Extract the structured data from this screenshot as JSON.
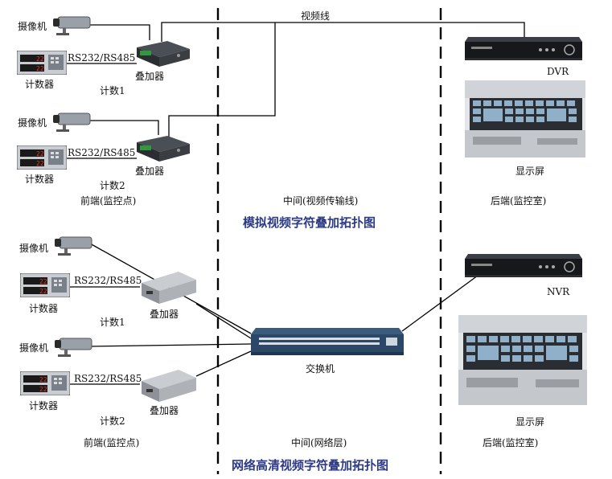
{
  "top": {
    "video_line_label": "视频线",
    "camera1": "摄像机",
    "counter1": "计数器",
    "rs_label1": "RS232/RS485",
    "overlay1": "叠加器",
    "count1": "计数1",
    "camera2": "摄像机",
    "counter2": "计数器",
    "rs_label2": "RS232/RS485",
    "overlay2": "叠加器",
    "count2": "计数2",
    "front": "前端(监控点)",
    "middle": "中间(视频传输线)",
    "back": "后端(监控室)",
    "recorder": "DVR",
    "display": "显示屏",
    "title": "模拟视频字符叠加拓扑图"
  },
  "bottom": {
    "camera1": "摄像机",
    "counter1": "计数器",
    "rs_label1": "RS232/RS485",
    "overlay1": "叠加器",
    "count1": "计数1",
    "camera2": "摄像机",
    "counter2": "计数器",
    "rs_label2": "RS232/RS485",
    "overlay2": "叠加器",
    "count2": "计数2",
    "switch": "交换机",
    "front": "前端(监控点)",
    "middle": "中间(网络层)",
    "back": "后端(监控室)",
    "recorder": "NVR",
    "display": "显示屏",
    "title": "网络高清视频字符叠加拓扑图"
  },
  "counter_readout": "22",
  "colors": {
    "title": "#2d3b86",
    "divider": "#000000",
    "counter_digits": "#e23a2a"
  }
}
